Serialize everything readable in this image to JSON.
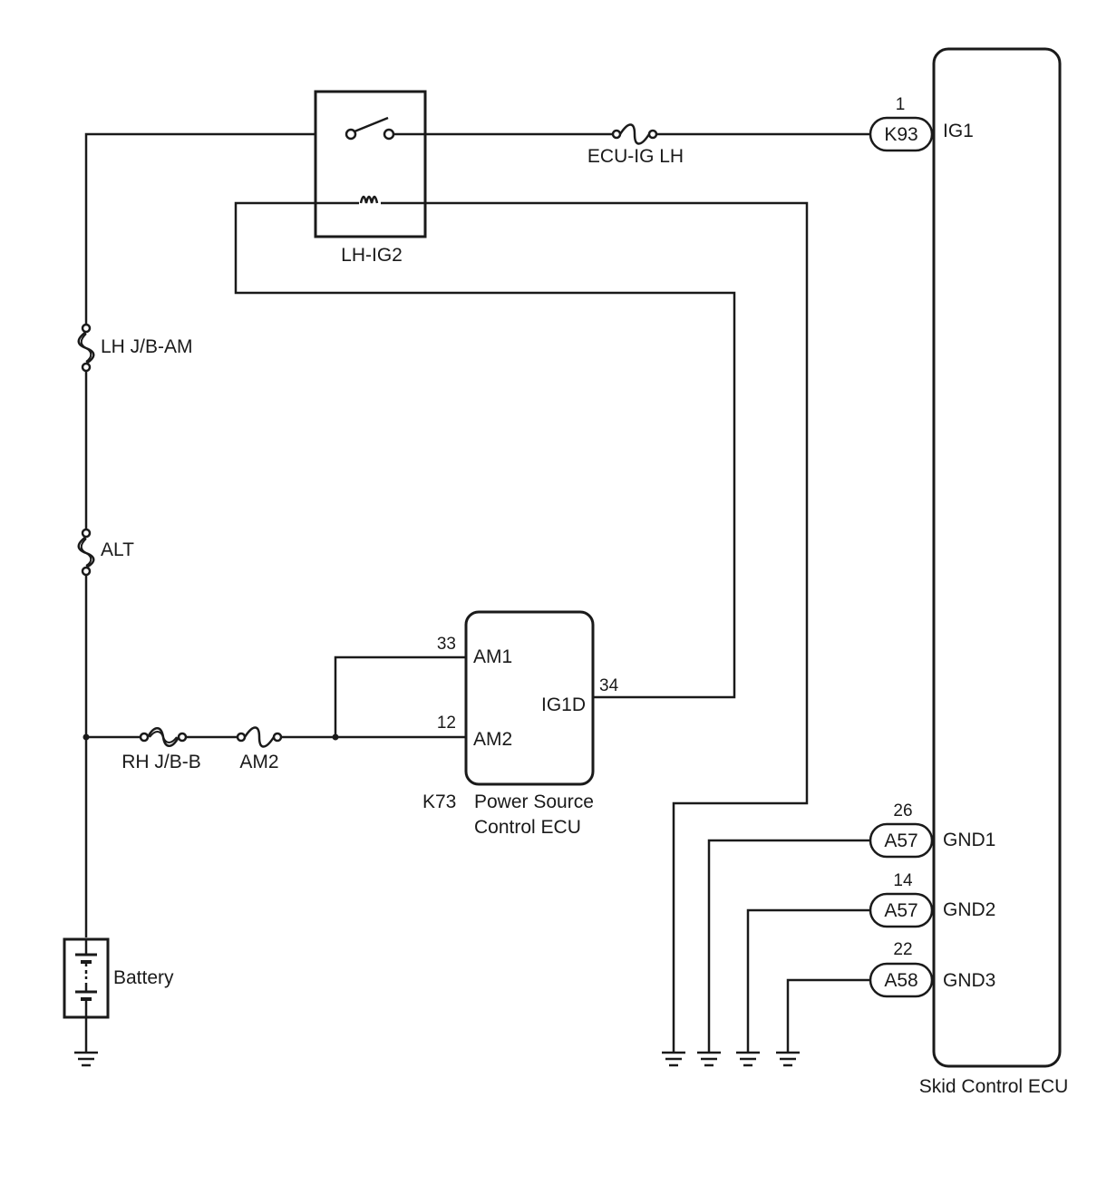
{
  "relay": {
    "label": "LH-IG2"
  },
  "fuses": {
    "ecu_ig_lh": "ECU-IG LH",
    "lh_jb_am": "LH J/B-AM",
    "alt": "ALT",
    "rh_jb_b": "RH J/B-B",
    "am2": "AM2"
  },
  "battery": {
    "label": "Battery"
  },
  "power_ecu": {
    "code": "K73",
    "name_line1": "Power Source",
    "name_line2": "Control ECU",
    "terminals": {
      "am1": {
        "pin": "33",
        "name": "AM1"
      },
      "am2": {
        "pin": "12",
        "name": "AM2"
      },
      "ig1d": {
        "pin": "34",
        "name": "IG1D"
      }
    }
  },
  "skid_ecu": {
    "label": "Skid Control ECU",
    "terminals": {
      "ig1": {
        "pin": "1",
        "connector": "K93",
        "name": "IG1"
      },
      "gnd1": {
        "pin": "26",
        "connector": "A57",
        "name": "GND1"
      },
      "gnd2": {
        "pin": "14",
        "connector": "A57",
        "name": "GND2"
      },
      "gnd3": {
        "pin": "22",
        "connector": "A58",
        "name": "GND3"
      }
    }
  }
}
